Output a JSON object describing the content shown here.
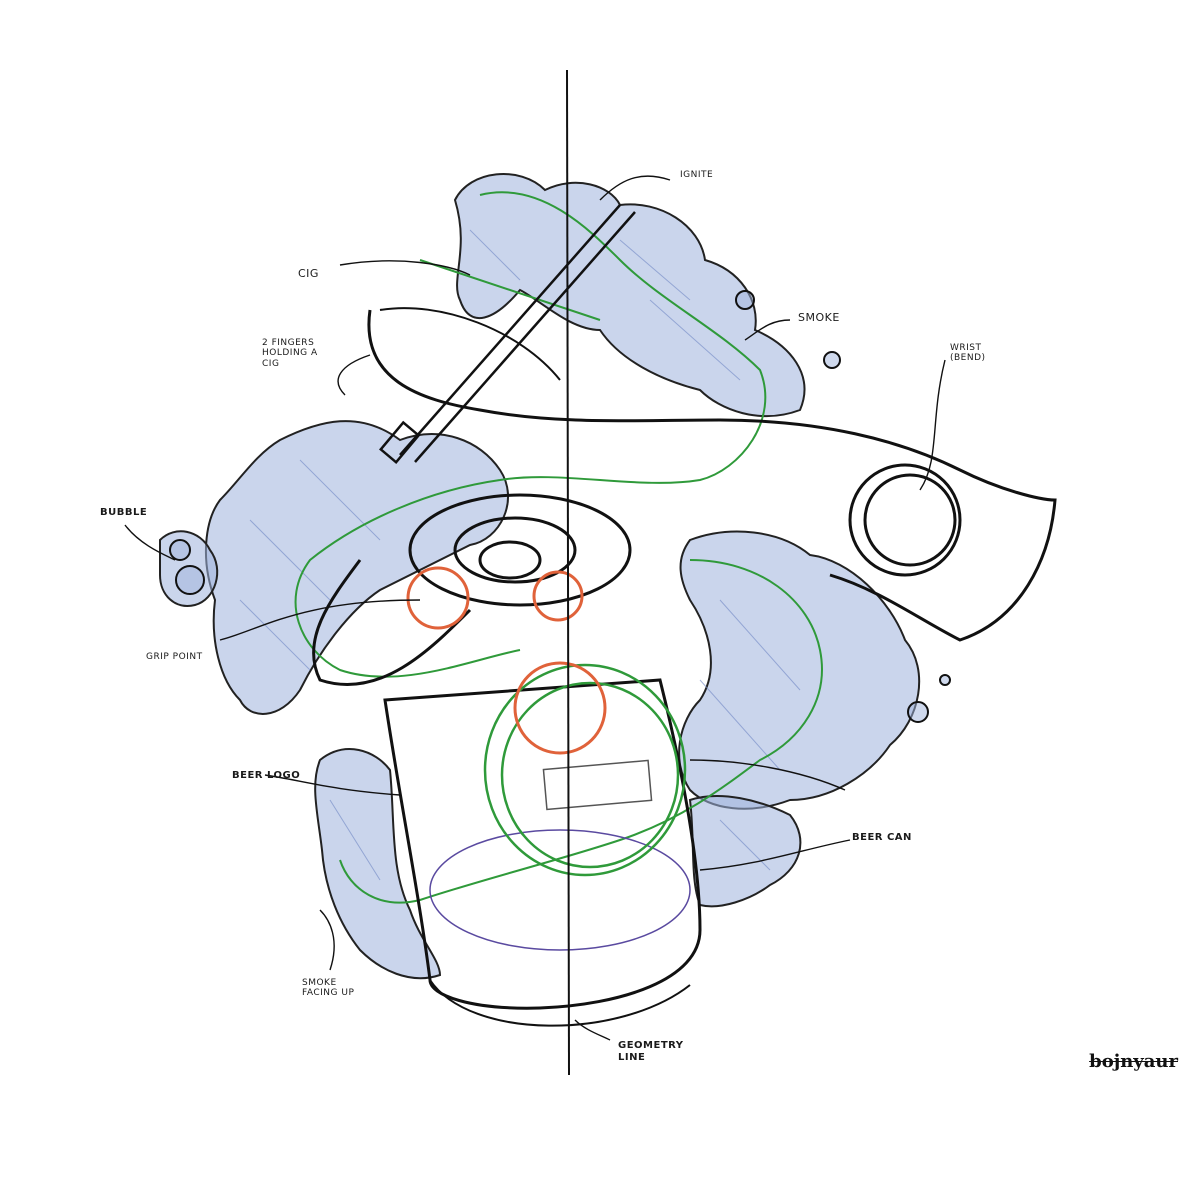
{
  "labels": {
    "ignite": "IGNITE",
    "cig": "CIG",
    "smoke": "SMOKE",
    "fingers": "2 FINGERS HOLDING A CIG",
    "wrist": "WRIST (BEND)",
    "bubble": "BUBBLE",
    "grip_point": "GRIP POINT",
    "beer_logo": "BEER LOGO",
    "beer_can": "BEER CAN",
    "smoke_facing_up": "SMOKE FACING UP",
    "geometry_line": "GEOMETRY LINE"
  },
  "signature": "bojnyaur",
  "colors": {
    "ink": "#111111",
    "smoke_fill": "#9fb3dc",
    "flow_line": "#2f9a3a",
    "grip_marker": "#e0623a",
    "can_logo": "#2f9a3a",
    "construction": "#5a4aa0"
  }
}
